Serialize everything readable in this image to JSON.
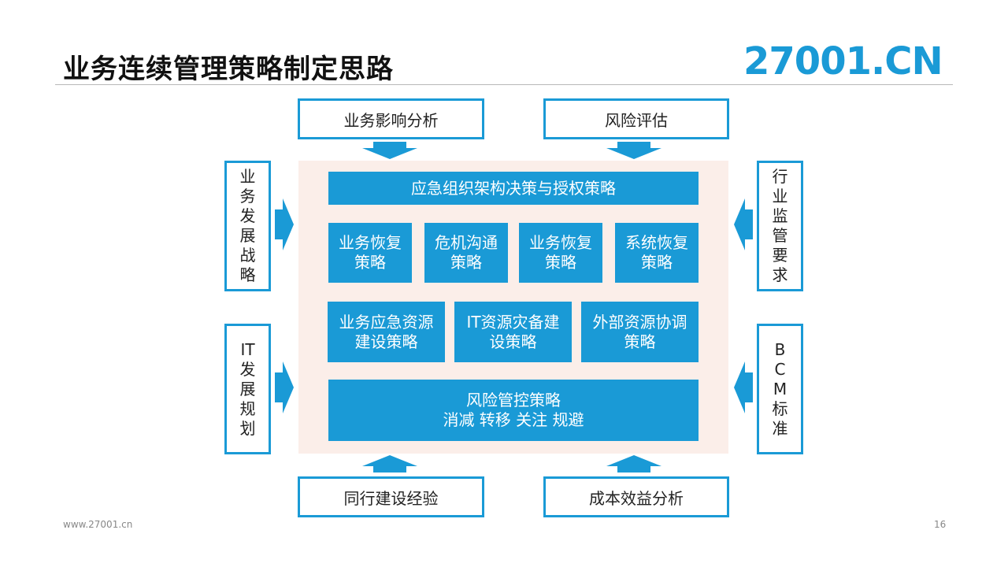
{
  "page_title": "业务连续管理策略制定思路",
  "logo": {
    "text": "27001.CN"
  },
  "colors": {
    "accent": "#1a9ad6",
    "core_background": "#fbeee9"
  },
  "inputs": {
    "top_left": "业务影响分析",
    "top_right": "风险评估",
    "left_top": "业务发展战略",
    "left_bottom": "IT发展规划",
    "right_top": "行业监管要求",
    "right_bottom": "BCM标准",
    "bottom_left": "同行建设经验",
    "bottom_right": "成本效益分析"
  },
  "strategies": {
    "governance": "应急组织架构决策与授权策略",
    "recovery": [
      "业务恢复\n策略",
      "危机沟通\n策略",
      "业务恢复\n策略",
      "系统恢复\n策略"
    ],
    "resources": [
      "业务应急资源\n建设策略",
      "IT资源灾备建\n设策略",
      "外部资源协调\n策略"
    ],
    "risk": "风险管控策略\n消减 转移 关注 规避"
  },
  "footer": {
    "website": "www.27001.cn",
    "page_number": "16"
  }
}
